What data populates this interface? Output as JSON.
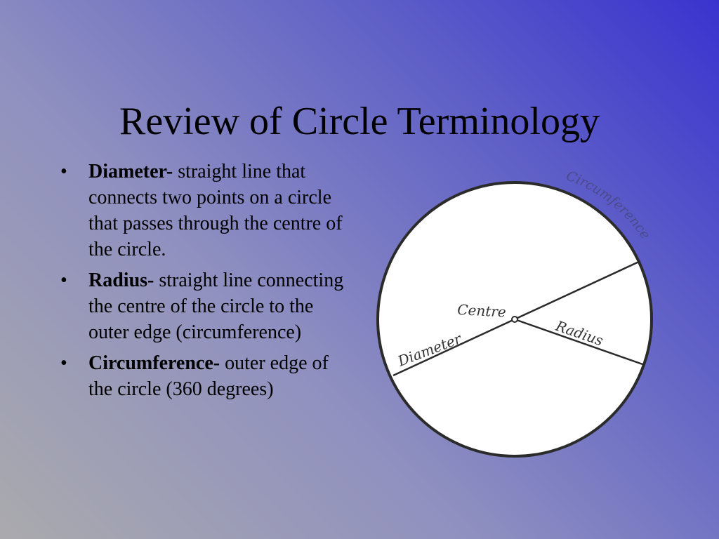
{
  "slide": {
    "title": "Review of Circle Terminology"
  },
  "bullets": [
    {
      "term": "Diameter-",
      "definition": "straight line that connects two points on a circle that passes through the centre of the circle."
    },
    {
      "term": "Radius-",
      "definition": "straight line connecting the centre of the circle to the outer edge (circumference)"
    },
    {
      "term": "Circumference-",
      "definition": "outer edge of the circle (360 degrees)"
    }
  ],
  "bullet_glyph": "•",
  "diagram": {
    "labels": {
      "circumference": "Circumference",
      "centre": "Centre",
      "radius": "Radius",
      "diameter": "Diameter"
    },
    "colors": {
      "stroke": "#2b2b2b",
      "fill": "#ffffff",
      "circumference_label": "#4a4a8a",
      "label": "#333333"
    }
  }
}
